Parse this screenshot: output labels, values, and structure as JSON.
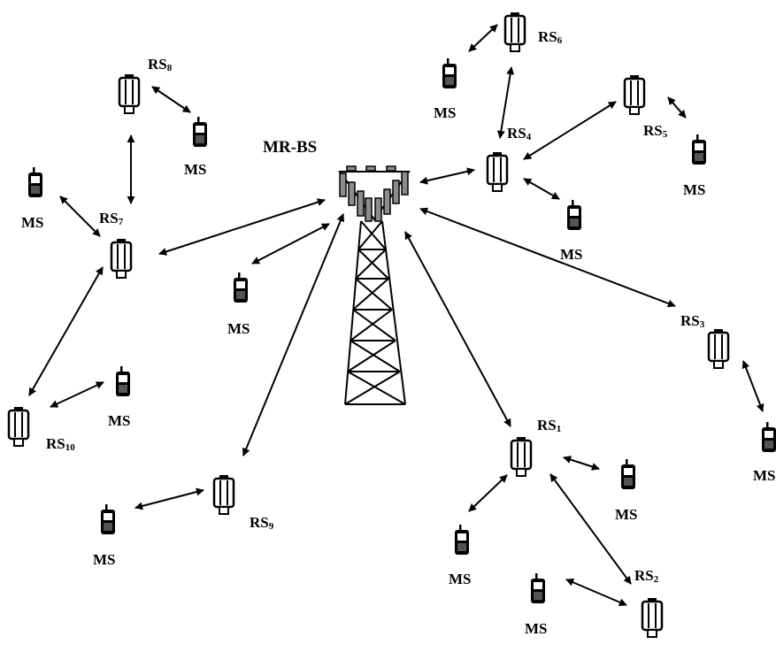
{
  "base_station": {
    "label": "MR-BS"
  },
  "relay_station_prefix": "RS",
  "mobile_station_label": "MS",
  "relay_stations": [
    {
      "id": "rs1",
      "index": "1"
    },
    {
      "id": "rs2",
      "index": "2"
    },
    {
      "id": "rs3",
      "index": "3"
    },
    {
      "id": "rs4",
      "index": "4"
    },
    {
      "id": "rs5",
      "index": "5"
    },
    {
      "id": "rs6",
      "index": "6"
    },
    {
      "id": "rs7",
      "index": "7"
    },
    {
      "id": "rs8",
      "index": "8"
    },
    {
      "id": "rs9",
      "index": "9"
    },
    {
      "id": "rs10",
      "index": "10"
    }
  ],
  "links": [
    [
      "bs",
      "rs1"
    ],
    [
      "bs",
      "rs3"
    ],
    [
      "bs",
      "rs4"
    ],
    [
      "bs",
      "rs7"
    ],
    [
      "bs",
      "rs9"
    ],
    [
      "bs",
      "ms-bs"
    ],
    [
      "rs1",
      "rs2"
    ],
    [
      "rs1",
      "ms-rs1a"
    ],
    [
      "rs1",
      "ms-rs1b"
    ],
    [
      "rs2",
      "ms-rs2"
    ],
    [
      "rs3",
      "ms-rs3"
    ],
    [
      "rs4",
      "rs5"
    ],
    [
      "rs4",
      "rs6"
    ],
    [
      "rs4",
      "ms-rs4"
    ],
    [
      "rs5",
      "ms-rs5"
    ],
    [
      "rs6",
      "ms-rs6"
    ],
    [
      "rs7",
      "rs8"
    ],
    [
      "rs7",
      "rs10"
    ],
    [
      "rs7",
      "ms-rs7"
    ],
    [
      "rs8",
      "ms-rs8"
    ],
    [
      "rs9",
      "ms-rs9"
    ],
    [
      "rs10",
      "ms-rs10"
    ]
  ],
  "colors": {
    "ink": "#000000",
    "background": "#ffffff",
    "panel_gray": "#8c8c8c"
  }
}
